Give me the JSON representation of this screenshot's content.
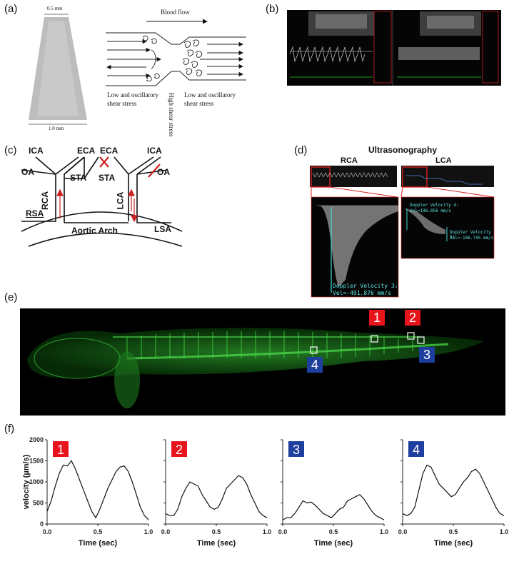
{
  "panel_labels": {
    "a": "(a)",
    "b": "(b)",
    "c": "(c)",
    "d": "(d)",
    "e": "(e)",
    "f": "(f)"
  },
  "panel_a": {
    "top_width": "0.5 mm",
    "bottom_width": "1.0 mm",
    "blood_flow": "Blood flow",
    "left_stress_line1": "Low and oscillatory",
    "left_stress_line2": "shear stress",
    "high_shear": "High shear stress",
    "right_stress_line1": "Low and oscillatory",
    "right_stress_line2": "shear stress"
  },
  "panel_c": {
    "ica_left": "ICA",
    "eca_left": "ECA",
    "eca_right": "ECA",
    "ica_right": "ICA",
    "oa_left": "OA",
    "oa_right": "OA",
    "sta_left": "STA",
    "sta_right": "STA",
    "rca": "RCA",
    "lca": "LCA",
    "rsa": "RSA",
    "lsa": "LSA",
    "aortic_arch": "Aortic Arch",
    "colors": {
      "lines": "#111111",
      "arrows": "#cc2222"
    }
  },
  "panel_d": {
    "title": "Ultrasonography",
    "rca": "RCA",
    "lca": "LCA",
    "rca_line1": "Doppler Velocity 3:",
    "rca_line2": "Vel=-491.876 mm/s",
    "lca_a_line1": "Doppler Velocity 4:",
    "lca_a_line2": "Vel=198.856 mm/s",
    "lca_b_line1": "Doppler Velocity 5:",
    "lca_b_line2": "Vel=-106.745 mm/s"
  },
  "panel_e": {
    "markers": [
      {
        "label": "1",
        "color": "#e8141c"
      },
      {
        "label": "2",
        "color": "#e8141c"
      },
      {
        "label": "3",
        "color": "#1f3f9f"
      },
      {
        "label": "4",
        "color": "#1f3f9f"
      }
    ]
  },
  "chart_data": [
    {
      "type": "line",
      "badge": "1",
      "badge_color": "#e8141c",
      "xlabel": "Time (sec)",
      "ylabel": "velocity (µm/s)",
      "xlim": [
        0,
        1
      ],
      "ylim": [
        0,
        2000
      ],
      "xticks": [
        "0.0",
        "0.5",
        "1.0"
      ],
      "yticks": [
        "0",
        "500",
        "1000",
        "1500",
        "2000"
      ],
      "x": [
        0,
        0.04,
        0.08,
        0.12,
        0.16,
        0.2,
        0.24,
        0.28,
        0.32,
        0.36,
        0.4,
        0.44,
        0.48,
        0.52,
        0.56,
        0.6,
        0.64,
        0.68,
        0.72,
        0.76,
        0.8,
        0.84,
        0.88,
        0.92,
        0.96,
        1.0
      ],
      "y": [
        300,
        550,
        900,
        1200,
        1400,
        1380,
        1500,
        1300,
        1050,
        800,
        550,
        300,
        150,
        350,
        600,
        850,
        1050,
        1250,
        1350,
        1380,
        1250,
        1000,
        700,
        400,
        200,
        100
      ]
    },
    {
      "type": "line",
      "badge": "2",
      "badge_color": "#e8141c",
      "xlabel": "Time (sec)",
      "xlim": [
        0,
        1
      ],
      "ylim": [
        0,
        2000
      ],
      "xticks": [
        "0.0",
        "0.5",
        "1.0"
      ],
      "x": [
        0,
        0.04,
        0.08,
        0.12,
        0.16,
        0.2,
        0.24,
        0.28,
        0.32,
        0.36,
        0.4,
        0.44,
        0.48,
        0.52,
        0.56,
        0.6,
        0.64,
        0.68,
        0.72,
        0.76,
        0.8,
        0.84,
        0.88,
        0.92,
        0.96,
        1.0
      ],
      "y": [
        250,
        200,
        200,
        350,
        650,
        850,
        1000,
        950,
        900,
        700,
        550,
        400,
        350,
        400,
        600,
        850,
        950,
        1050,
        1150,
        1100,
        950,
        700,
        500,
        300,
        200,
        150
      ]
    },
    {
      "type": "line",
      "badge": "3",
      "badge_color": "#1f3f9f",
      "xlabel": "Time (sec)",
      "xlim": [
        0,
        1
      ],
      "ylim": [
        0,
        2000
      ],
      "xticks": [
        "0.0",
        "0.5",
        "1.0"
      ],
      "x": [
        0,
        0.04,
        0.08,
        0.12,
        0.16,
        0.2,
        0.24,
        0.28,
        0.32,
        0.36,
        0.4,
        0.44,
        0.48,
        0.52,
        0.56,
        0.6,
        0.64,
        0.68,
        0.72,
        0.76,
        0.8,
        0.84,
        0.88,
        0.92,
        0.96,
        1.0
      ],
      "y": [
        100,
        150,
        150,
        250,
        400,
        550,
        500,
        520,
        450,
        350,
        250,
        200,
        150,
        250,
        350,
        400,
        550,
        600,
        650,
        700,
        600,
        450,
        300,
        200,
        150,
        100
      ]
    },
    {
      "type": "line",
      "badge": "4",
      "badge_color": "#1f3f9f",
      "xlabel": "Time (sec)",
      "xlim": [
        0,
        1
      ],
      "ylim": [
        0,
        2000
      ],
      "xticks": [
        "0.0",
        "0.5",
        "1.0"
      ],
      "x": [
        0,
        0.04,
        0.08,
        0.12,
        0.16,
        0.2,
        0.24,
        0.28,
        0.32,
        0.36,
        0.4,
        0.44,
        0.48,
        0.52,
        0.56,
        0.6,
        0.64,
        0.68,
        0.72,
        0.76,
        0.8,
        0.84,
        0.88,
        0.92,
        0.96,
        1.0
      ],
      "y": [
        250,
        200,
        250,
        400,
        800,
        1200,
        1400,
        1350,
        1150,
        950,
        850,
        750,
        650,
        700,
        850,
        1000,
        1100,
        1250,
        1300,
        1200,
        1000,
        800,
        600,
        400,
        250,
        200
      ]
    }
  ]
}
